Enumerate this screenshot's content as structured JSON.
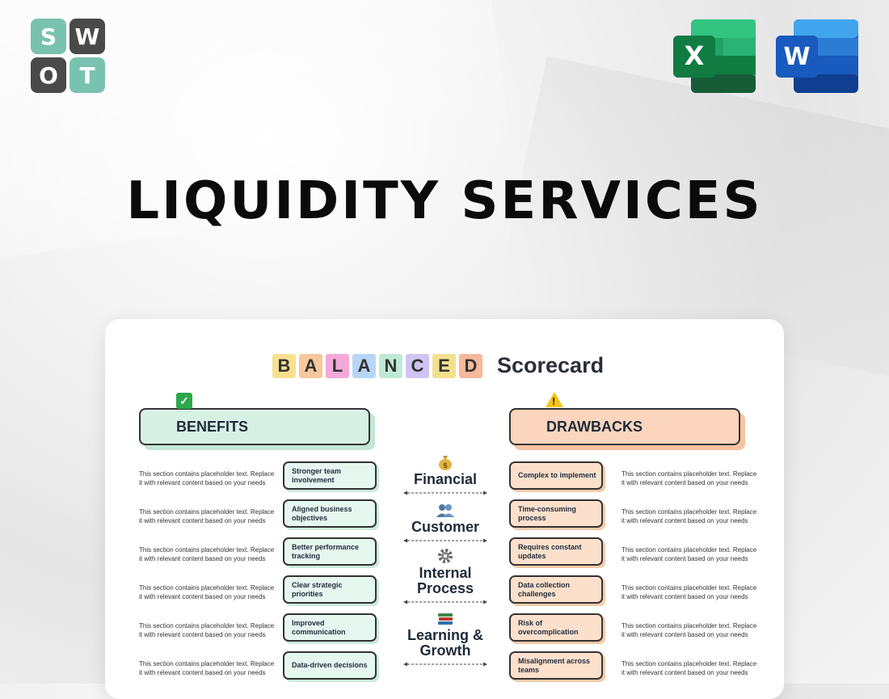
{
  "logo": {
    "letters": [
      "S",
      "W",
      "O",
      "T"
    ]
  },
  "apps": {
    "excel_letter": "X",
    "word_letter": "W"
  },
  "title": "LIQUIDITY SERVICES",
  "card": {
    "heading_letters": [
      "B",
      "A",
      "L",
      "A",
      "N",
      "C",
      "E",
      "D"
    ],
    "heading_letter_colors": [
      "#f8e08e",
      "#f7c89c",
      "#f4a9d9",
      "#b7d6f6",
      "#bfe9d6",
      "#cfc4f2",
      "#f3e08d",
      "#f7b99a"
    ],
    "heading_word": "Scorecard",
    "benefits_label": "BENEFITS",
    "drawbacks_label": "DRAWBACKS",
    "placeholder": "This section contains placeholder text. Replace it with relevant content based on your needs",
    "benefits": [
      "Stronger team involvement",
      "Aligned business objectives",
      "Better performance tracking",
      "Clear strategic priorities",
      "Improved communication",
      "Data-driven decisions"
    ],
    "drawbacks": [
      "Complex to implement",
      "Time-consuming process",
      "Requires constant updates",
      "Data collection challenges",
      "Risk of overcomplication",
      "Misalignment across teams"
    ],
    "perspectives": [
      {
        "label": "Financial",
        "icon": "money-bag-icon"
      },
      {
        "label": "Customer",
        "icon": "people-icon"
      },
      {
        "label": "Internal Process",
        "icon": "gear-icon"
      },
      {
        "label": "Learning & Growth",
        "icon": "books-icon"
      }
    ]
  },
  "colors": {
    "benefit_fill": "#e6f7f0",
    "drawback_fill": "#fde0cc",
    "logo_teal": "#79c2b0",
    "logo_dark": "#4a4a4a"
  }
}
